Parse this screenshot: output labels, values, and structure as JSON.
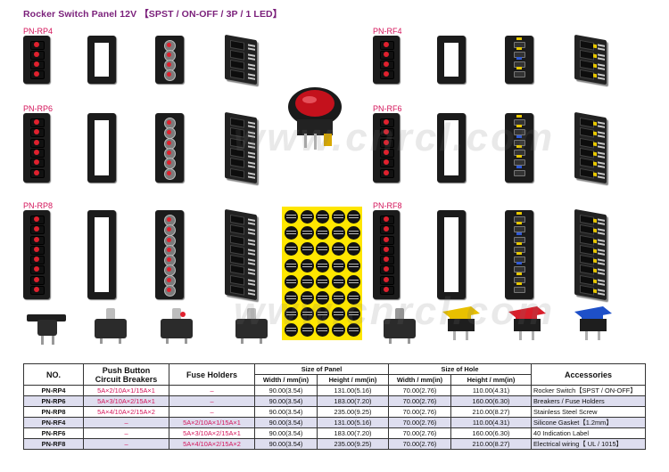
{
  "page": {
    "title": "Rocker Switch Panel 12V 【SPST / ON-OFF / 3P / 1 LED】",
    "watermark": "www.cnrcl.com"
  },
  "labels": {
    "rp4": "PN-RP4",
    "rp6": "PN-RP6",
    "rp8": "PN-RP8",
    "rf4": "PN-RF4",
    "rf6": "PN-RF6",
    "rf8": "PN-RF8"
  },
  "colors": {
    "title": "#7a1f7a",
    "label": "#d4145a",
    "led": "#e0212e",
    "sticker": "#ffe600",
    "shade_row": "#dedeef"
  },
  "table": {
    "headers": {
      "no": "NO.",
      "push_button": "Push Button",
      "circuit_breakers": "Circuit Breakers",
      "fuse_holders": "Fuse Holders",
      "size_of_panel": "Size of Panel",
      "size_of_hole": "Size of Hole",
      "accessories": "Accessories",
      "width": "Width / mm(in)",
      "height": "Height / mm(in)"
    },
    "rows": [
      {
        "no": "PN-RP4",
        "breakers": "5A×2/10A×1/15A×1",
        "fuse": "–",
        "panel_w": "90.00(3.54)",
        "panel_h": "131.00(5.16)",
        "hole_w": "70.00(2.76)",
        "hole_h": "110.00(4.31)",
        "acc": "Rocker Switch【SPST / ON-OFF】"
      },
      {
        "no": "PN-RP6",
        "breakers": "5A×3/10A×2/15A×1",
        "fuse": "–",
        "panel_w": "90.00(3.54)",
        "panel_h": "183.00(7.20)",
        "hole_w": "70.00(2.76)",
        "hole_h": "160.00(6.30)",
        "acc": "Breakers / Fuse Holders"
      },
      {
        "no": "PN-RP8",
        "breakers": "5A×4/10A×2/15A×2",
        "fuse": "–",
        "panel_w": "90.00(3.54)",
        "panel_h": "235.00(9.25)",
        "hole_w": "70.00(2.76)",
        "hole_h": "210.00(8.27)",
        "acc": "Stainless Steel Screw"
      },
      {
        "no": "PN-RF4",
        "breakers": "–",
        "fuse": "5A×2/10A×1/15A×1",
        "panel_w": "90.00(3.54)",
        "panel_h": "131.00(5.16)",
        "hole_w": "70.00(2.76)",
        "hole_h": "110.00(4.31)",
        "acc": "Silicone Gasket【1.2mm】"
      },
      {
        "no": "PN-RF6",
        "breakers": "–",
        "fuse": "5A×3/10A×2/15A×1",
        "panel_w": "90.00(3.54)",
        "panel_h": "183.00(7.20)",
        "hole_w": "70.00(2.76)",
        "hole_h": "160.00(6.30)",
        "acc": "40 Indication Label"
      },
      {
        "no": "PN-RF8",
        "breakers": "–",
        "fuse": "5A×4/10A×2/15A×2",
        "panel_w": "90.00(3.54)",
        "panel_h": "235.00(9.25)",
        "hole_w": "70.00(2.76)",
        "hole_h": "210.00(8.27)",
        "acc": "Electrical wiring【 UL / 1015】"
      }
    ]
  }
}
